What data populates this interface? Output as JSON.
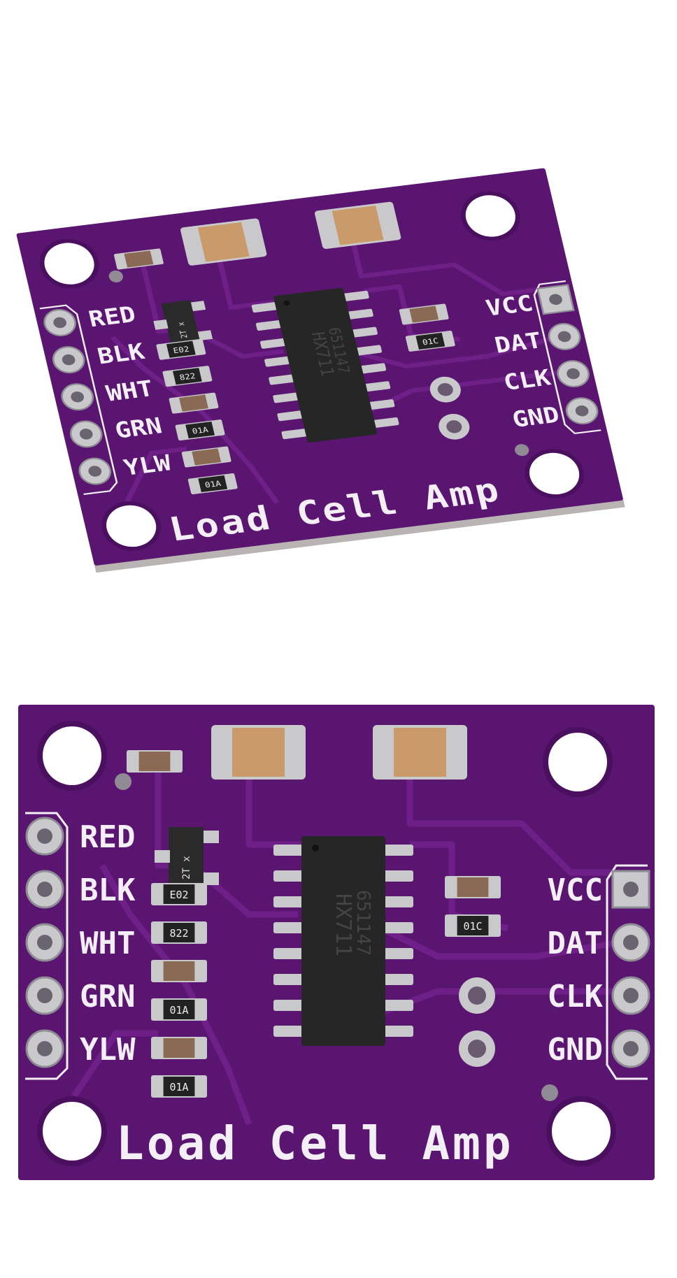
{
  "product": {
    "silkscreen_title": "Load Cell Amp",
    "left_pins": [
      "RED",
      "BLK",
      "WHT",
      "GRN",
      "YLW"
    ],
    "right_pins": [
      "VCC",
      "DAT",
      "CLK",
      "GND"
    ],
    "chip": {
      "line1": "HX711",
      "line2": "651147"
    },
    "component_markings": {
      "transistor": "2T x",
      "resistor_1": "E02",
      "resistor_2": "822",
      "resistor_3": "01A",
      "resistor_4": "01A",
      "resistor_5": "01C"
    }
  },
  "colors": {
    "pcb": "#5a1570",
    "pcb_trace": "#6e1f88",
    "silkscreen": "#f4eef6",
    "chip": "#262626",
    "capacitor": "#c99a6a",
    "solder": "#c9c9cc",
    "edge": "#b9b3b3"
  }
}
